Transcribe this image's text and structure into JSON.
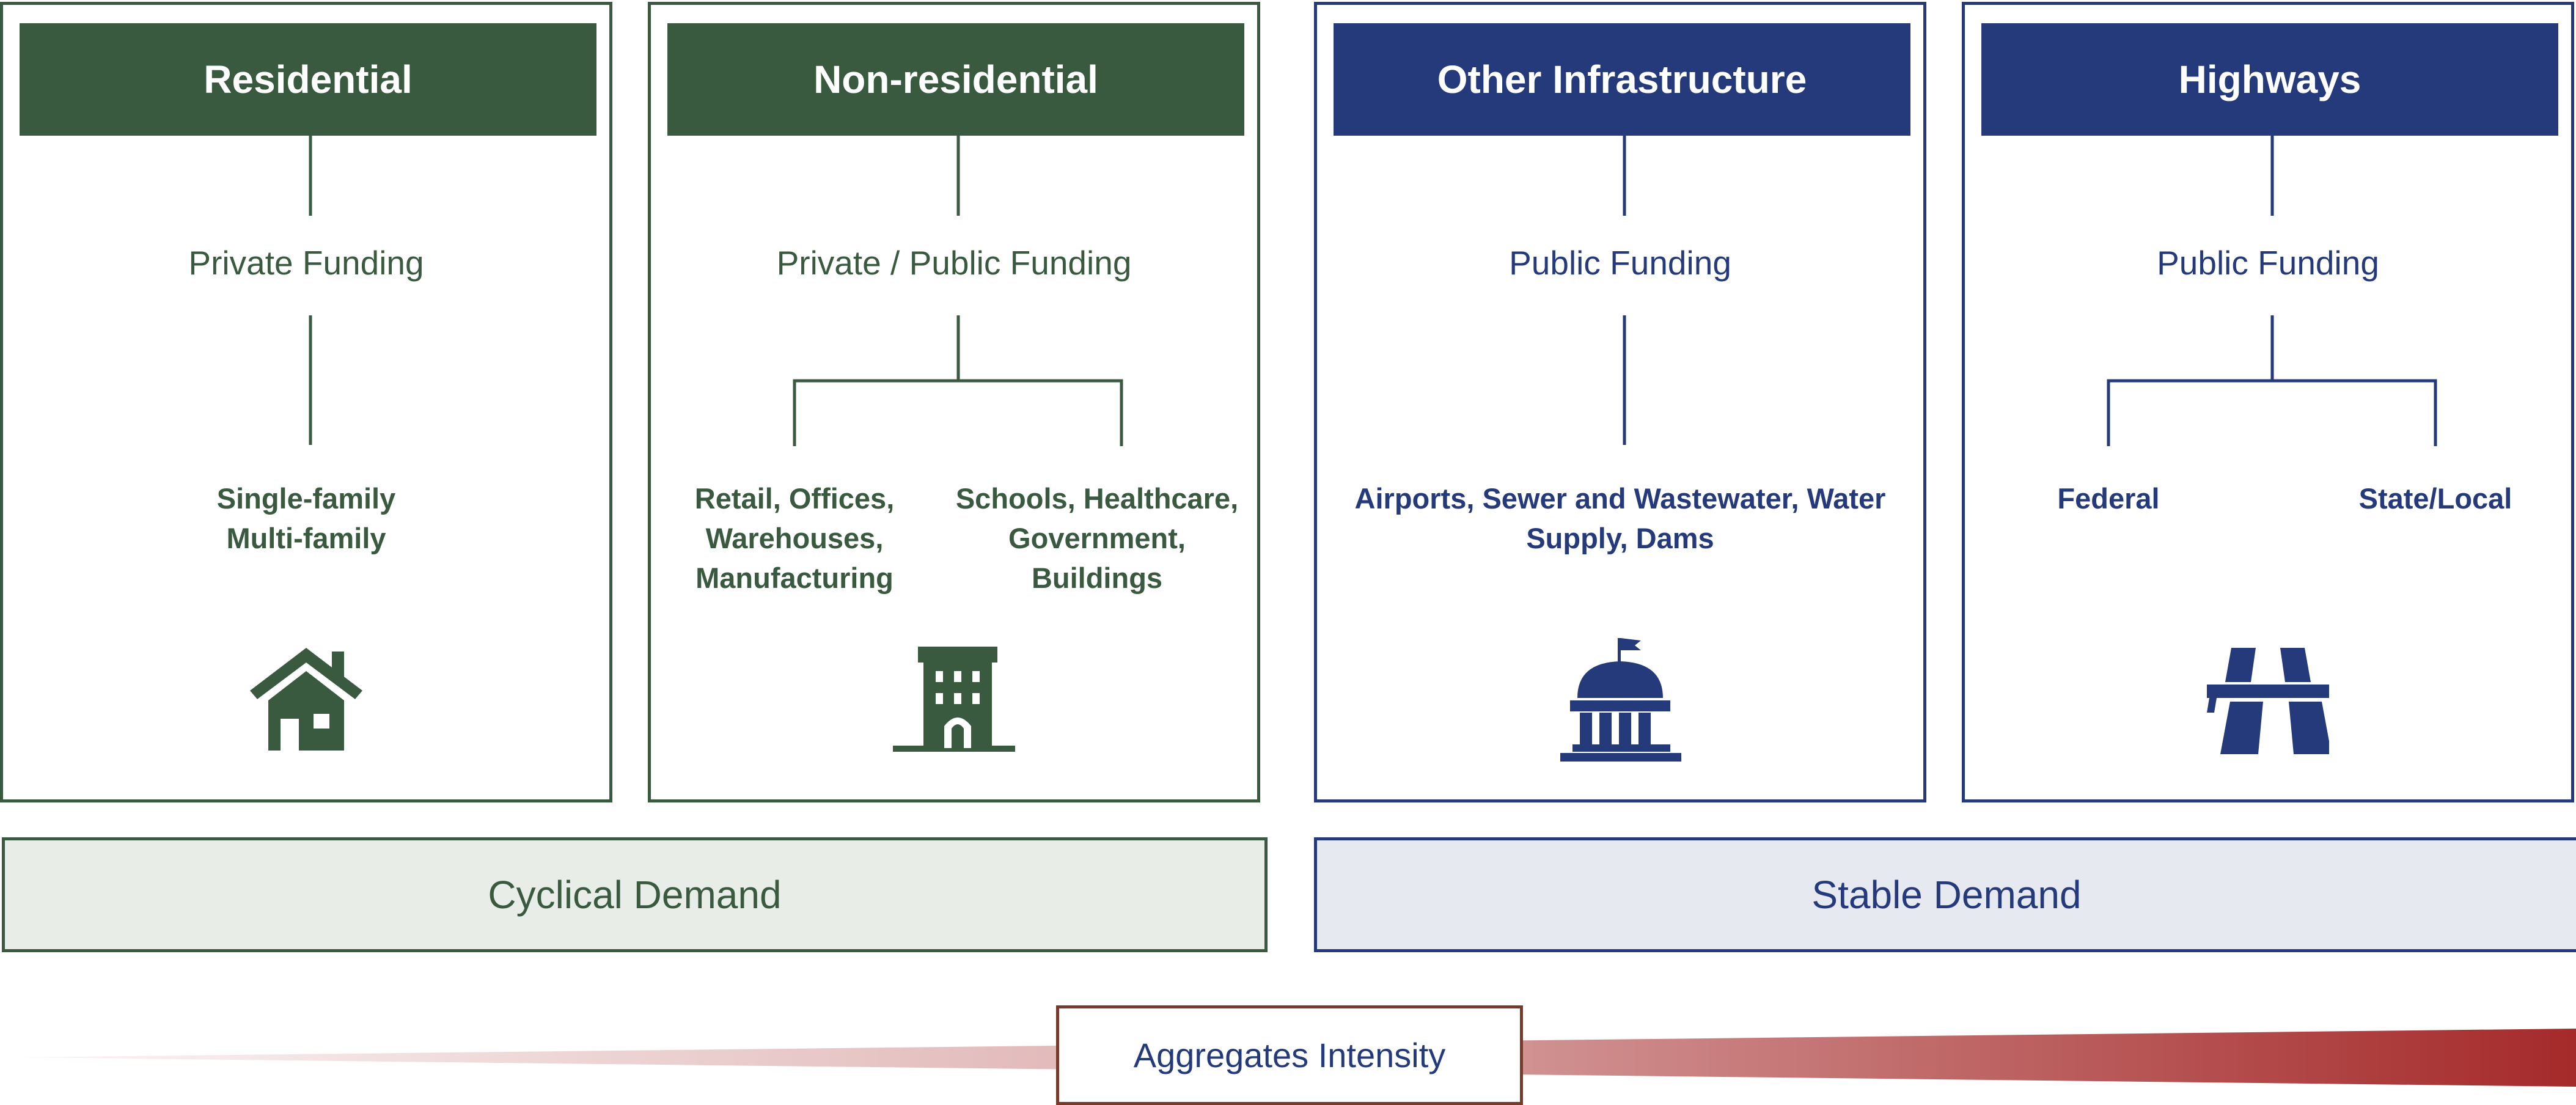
{
  "panels": [
    {
      "title": "Residential",
      "funding": "Private Funding",
      "leaves": [
        "Single-family\nMulti-family"
      ],
      "icon": "house-icon",
      "color": "#3a5a40"
    },
    {
      "title": "Non-residential",
      "funding": "Private / Public Funding",
      "leaves": [
        "Retail, Offices,\nWarehouses,\nManufacturing",
        "Schools, Healthcare,\nGovernment,\nBuildings"
      ],
      "icon": "office-building-icon",
      "color": "#3a5a40"
    },
    {
      "title": "Other Infrastructure",
      "funding": "Public Funding",
      "leaves": [
        "Airports, Sewer and Wastewater, Water\nSupply, Dams"
      ],
      "icon": "government-building-icon",
      "color": "#253a7a"
    },
    {
      "title": "Highways",
      "funding": "Public Funding",
      "leaves": [
        "Federal",
        "State/Local"
      ],
      "icon": "highway-icon",
      "color": "#253a7a"
    }
  ],
  "demand": {
    "cyclical": "Cyclical Demand",
    "stable": "Stable Demand"
  },
  "intensity": {
    "label": "Aggregates Intensity",
    "color": "#a52a2a"
  }
}
